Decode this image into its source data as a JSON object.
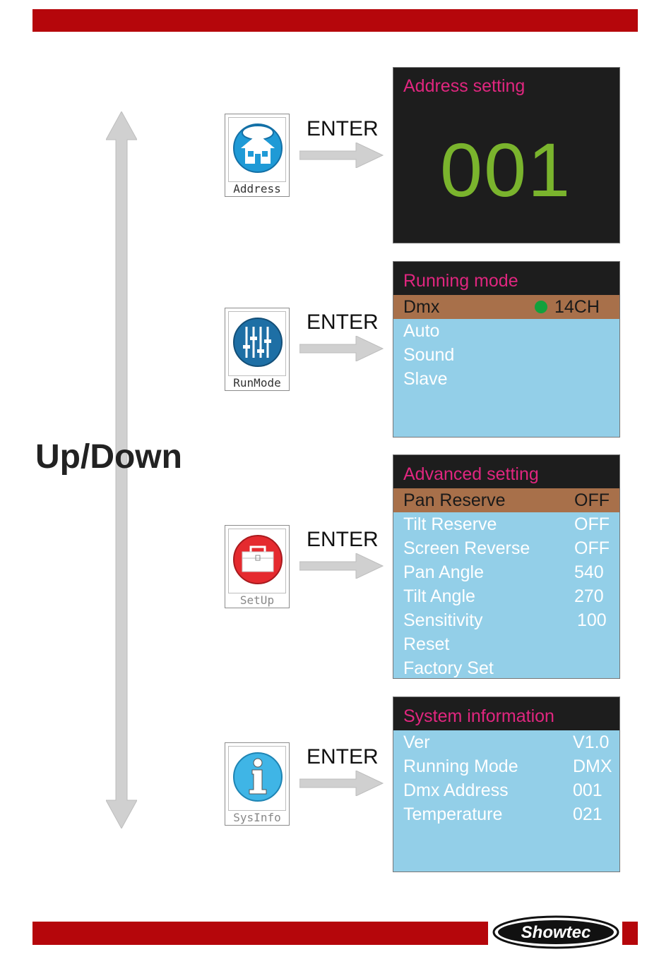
{
  "updown_label": "Up/Down",
  "enter_label": "ENTER",
  "brand": "Showtec",
  "colors": {
    "brand_red": "#b5060b",
    "screen_header_text": "#e0267f",
    "screen_body": "#93cfe8",
    "selected_row": "#a8704a",
    "address_value": "#7ab42d"
  },
  "icons": {
    "address": {
      "label": "Address",
      "icon": "house-icon"
    },
    "runmode": {
      "label": "RunMode",
      "icon": "sliders-icon"
    },
    "setup": {
      "label": "SetUp",
      "icon": "toolbox-icon"
    },
    "sysinfo": {
      "label": "SysInfo",
      "icon": "info-icon"
    }
  },
  "address_screen": {
    "title": "Address setting",
    "value": "001"
  },
  "running_screen": {
    "title": "Running mode",
    "items": [
      {
        "label": "Dmx",
        "value": "14CH",
        "selected": true
      },
      {
        "label": "Auto"
      },
      {
        "label": "Sound"
      },
      {
        "label": "Slave"
      }
    ]
  },
  "advanced_screen": {
    "title": "Advanced setting",
    "items": [
      {
        "label": "Pan Reserve",
        "value": "OFF",
        "selected": true
      },
      {
        "label": "Tilt Reserve",
        "value": "OFF"
      },
      {
        "label": "Screen Reverse",
        "value": "OFF"
      },
      {
        "label": "Pan Angle",
        "value": "540"
      },
      {
        "label": "Tilt Angle",
        "value": "270"
      },
      {
        "label": "Sensitivity",
        "value": "100"
      },
      {
        "label": "Reset"
      },
      {
        "label": "Factory Set"
      }
    ]
  },
  "system_screen": {
    "title": "System information",
    "items": [
      {
        "label": "Ver",
        "value": "V1.0"
      },
      {
        "label": "Running Mode",
        "value": "DMX"
      },
      {
        "label": "Dmx Address",
        "value": "001"
      },
      {
        "label": "Temperature",
        "value": "021"
      }
    ]
  }
}
